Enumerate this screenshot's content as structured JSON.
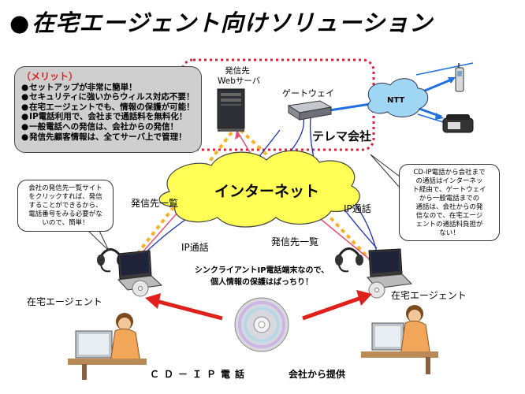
{
  "title": "在宅エージェント向けソリューション",
  "merits": {
    "heading": "（メリット）",
    "items": [
      "セットアップが非常に簡単！",
      "セキュリティに強いからウィルス対応不要！",
      "在宅エージェントでも、情報の保護が可能！",
      "IP電話利用で、会社まで通話料を無料化！",
      "一般電話への発信は、会社からの発信！",
      "発信先顧客情報は、全てサーバ上で管理！"
    ]
  },
  "server_label_line1": "発信先",
  "server_label_line2": "Webサーバ",
  "gateway_label": "ゲートウェイ",
  "ntt_label": "NTT",
  "telema_label": "テレマ会社",
  "internet_label": "インターネット",
  "left_bubble": [
    "会社の発信先一覧サイト",
    "をクリックすれば、発信",
    "することができるから、",
    "電話番号をみる必要がな",
    "いので、簡単！"
  ],
  "right_bubble": [
    "CD-IP電話から会社まで",
    "の通話はインターネッ",
    "ト経由で、ゲートウェイ",
    "から一般電話までの",
    "通話は、会社からの発",
    "信なので、在宅エージ",
    "ェントの通話料負担が",
    "ない！"
  ],
  "labels": {
    "list_left": "発信先一覧",
    "ip_left": "IP通話",
    "list_right": "発信先一覧",
    "ip_right": "IP通話",
    "agent_left": "在宅エージェント",
    "agent_right": "在宅エージェント"
  },
  "center_note": [
    "シンクライアントIP電話端末なので、",
    "個人情報の保護はばっちり！"
  ],
  "cdip_label": "ＣＤ－ＩＰ電話",
  "company_label": "会社から提供",
  "colors": {
    "accent_red": "#e0201a",
    "dotted_border": "#e0203a",
    "ip_line_blue": "#1c2fb8",
    "data_line_orange": "#f4b325",
    "request_line_pink": "#ea4f78",
    "cloud_fill": "#ffff55",
    "ntt_cloud_fill": "#9fd6f4",
    "phone_line_blue": "#1e6fe0"
  }
}
